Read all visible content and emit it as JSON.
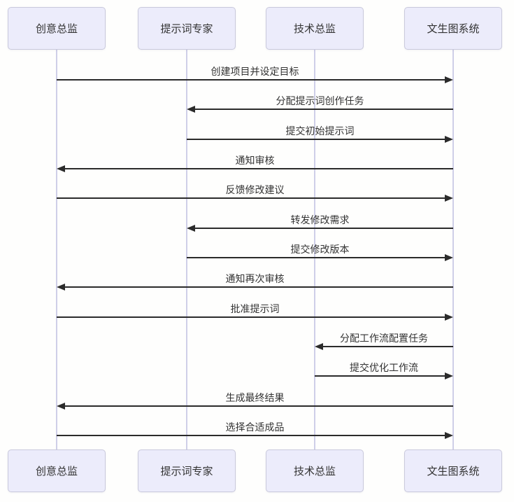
{
  "diagram": {
    "type": "sequence-diagram",
    "actors": [
      {
        "label": "创意总监"
      },
      {
        "label": "提示词专家"
      },
      {
        "label": "技术总监"
      },
      {
        "label": "文生图系统"
      }
    ],
    "messages": [
      {
        "label": "创建项目并设定目标",
        "from": 0,
        "to": 3
      },
      {
        "label": "分配提示词创作任务",
        "from": 3,
        "to": 1
      },
      {
        "label": "提交初始提示词",
        "from": 1,
        "to": 3
      },
      {
        "label": "通知审核",
        "from": 3,
        "to": 0
      },
      {
        "label": "反馈修改建议",
        "from": 0,
        "to": 3
      },
      {
        "label": "转发修改需求",
        "from": 3,
        "to": 1
      },
      {
        "label": "提交修改版本",
        "from": 1,
        "to": 3
      },
      {
        "label": "通知再次审核",
        "from": 3,
        "to": 0
      },
      {
        "label": "批准提示词",
        "from": 0,
        "to": 3
      },
      {
        "label": "分配工作流配置任务",
        "from": 3,
        "to": 2
      },
      {
        "label": "提交优化工作流",
        "from": 2,
        "to": 3
      },
      {
        "label": "生成最终结果",
        "from": 3,
        "to": 0
      },
      {
        "label": "选择合适成品",
        "from": 0,
        "to": 3
      }
    ],
    "colors": {
      "actor_fill": "#ececfb",
      "actor_border": "#c9c9dc",
      "lifeline": "#cfcfe8",
      "arrow": "#2b2b2b",
      "text": "#333333",
      "background": "#fefefd"
    }
  }
}
